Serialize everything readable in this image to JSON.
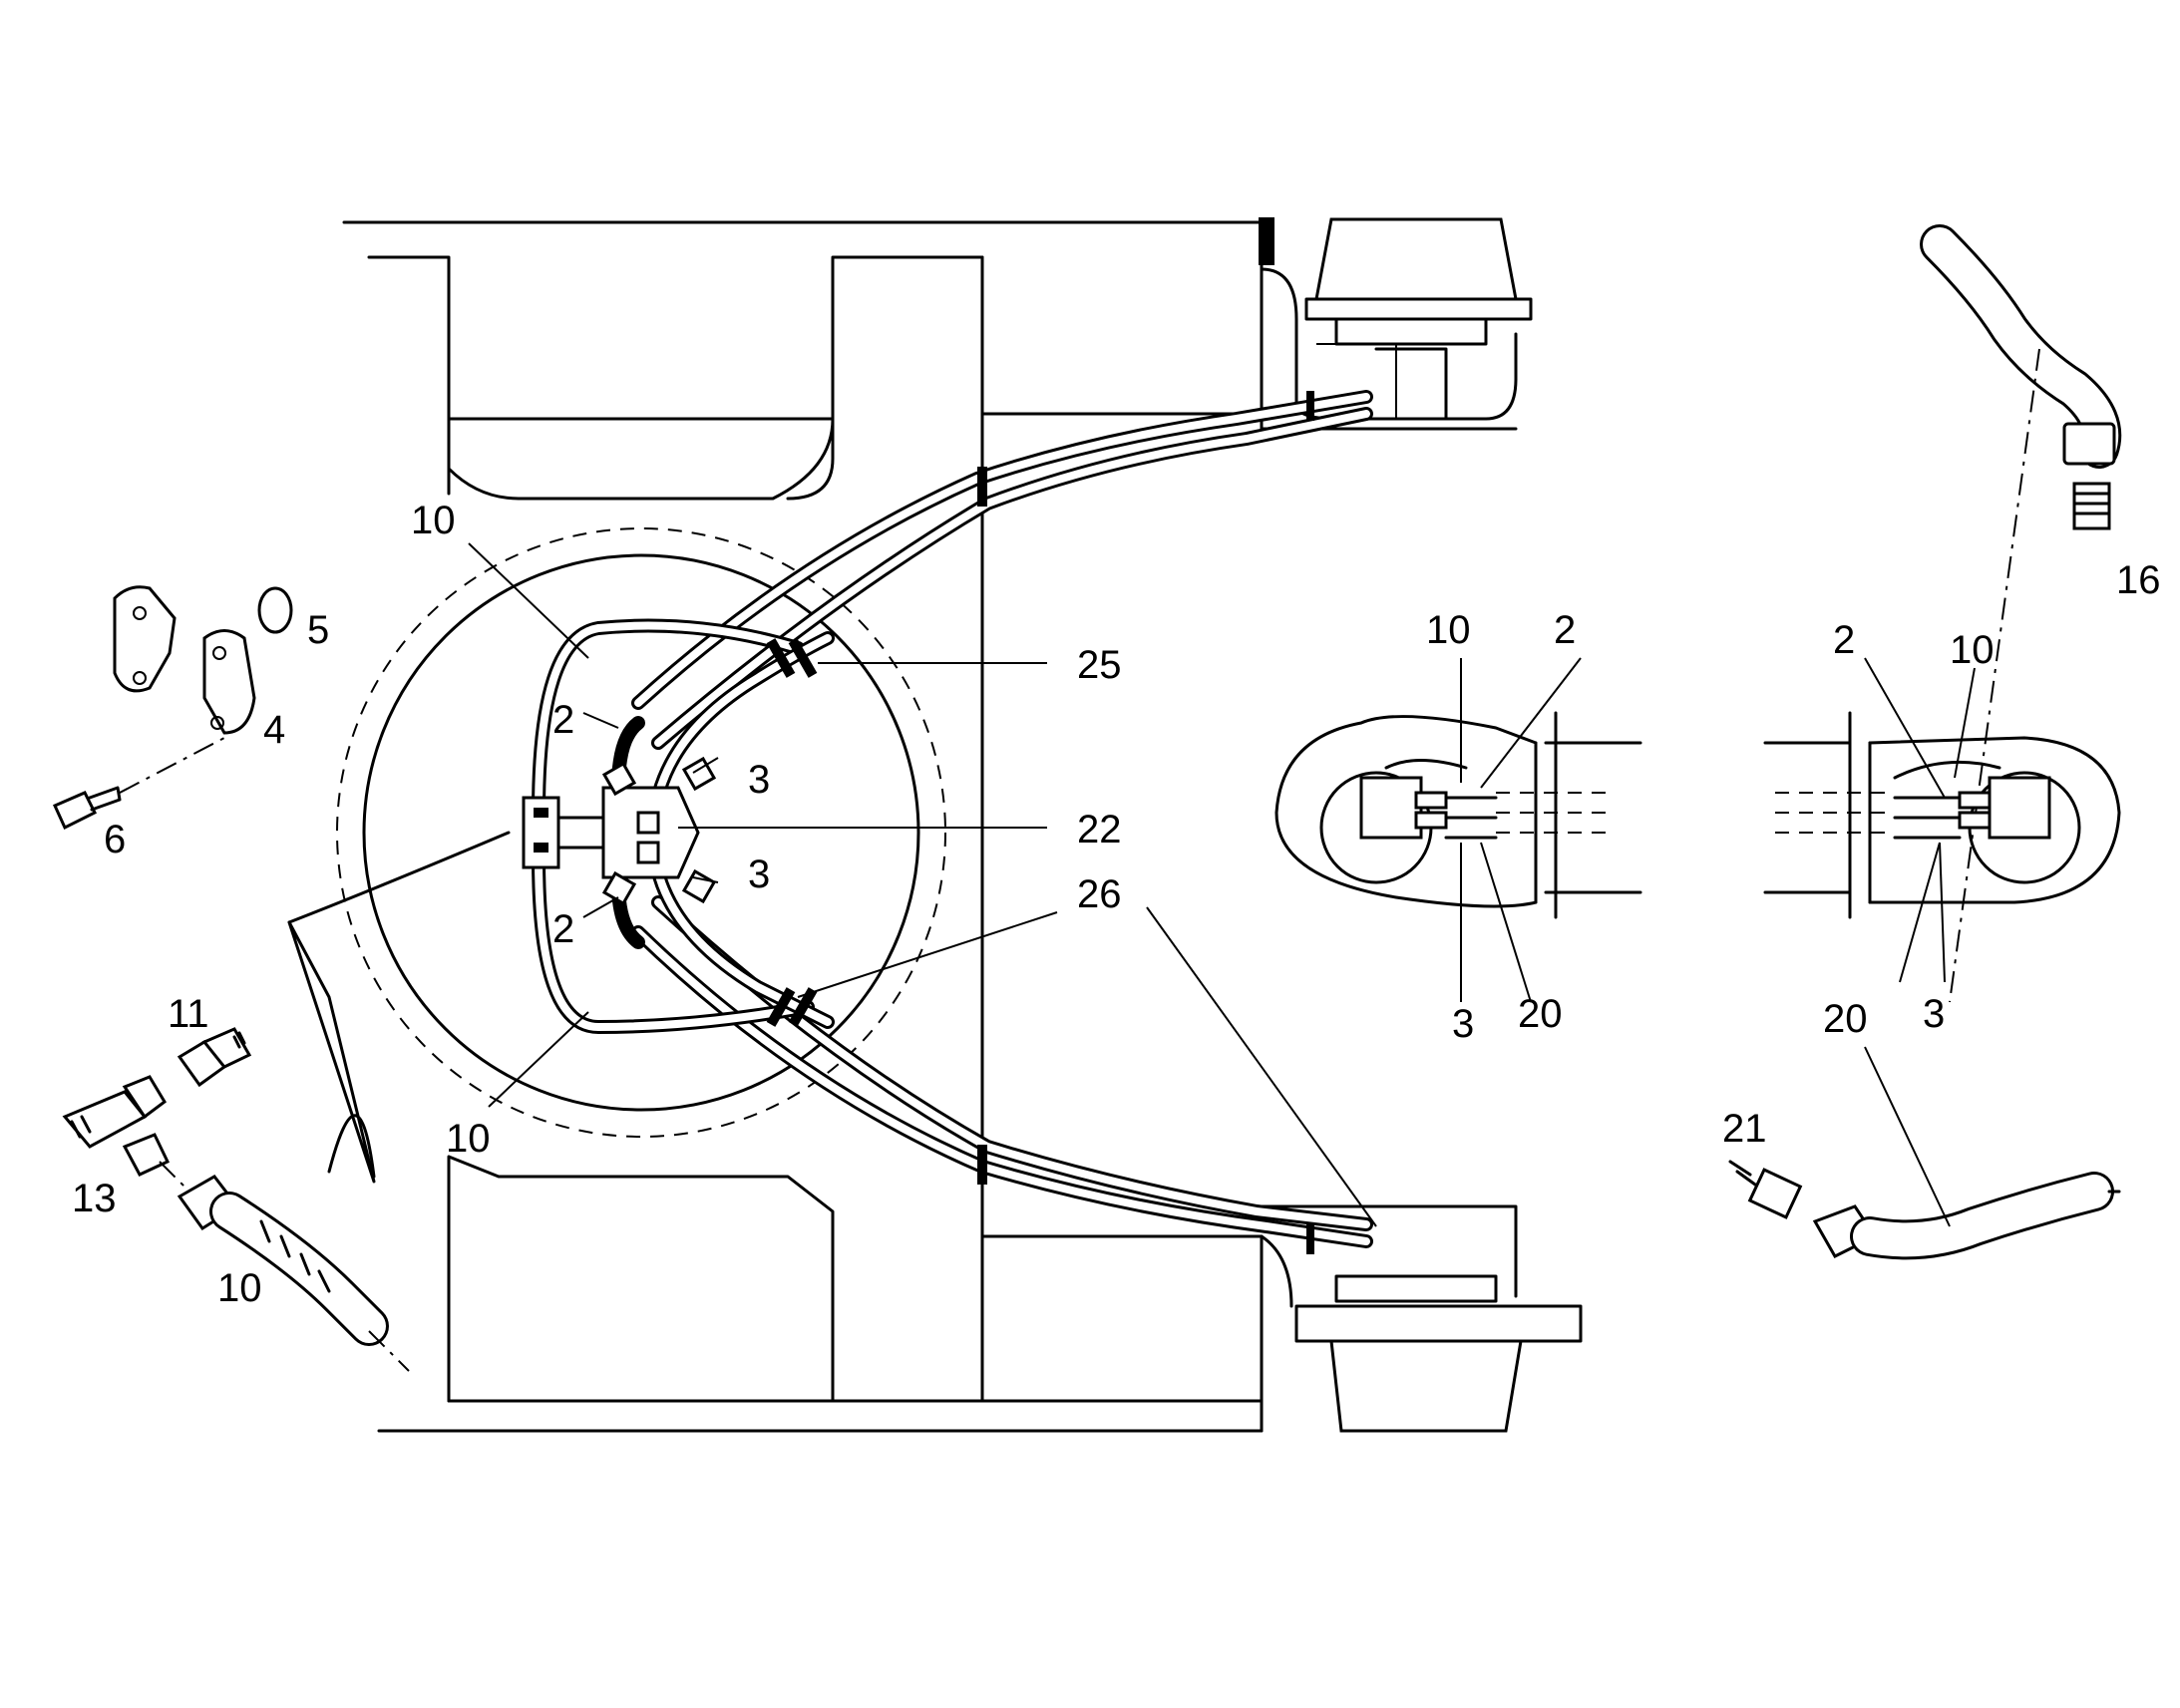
{
  "labels": {
    "l10_top": "10",
    "l5": "5",
    "l4": "4",
    "l6": "6",
    "l2_upper": "2",
    "l3_upper": "3",
    "l2_lower": "2",
    "l3_lower": "3",
    "l25": "25",
    "l22": "22",
    "l26": "26",
    "l10_bottom": "10",
    "l11": "11",
    "l13": "13",
    "l10_fitting": "10",
    "l16": "16",
    "l10_detail_left": "10",
    "l2_detail_left": "2",
    "l3_detail_left": "3",
    "l20_detail_left": "20",
    "l2_detail_right": "2",
    "l10_detail_right": "10",
    "l20_detail_right": "20",
    "l3_detail_right": "3",
    "l20_fitting": "20",
    "l21": "21"
  }
}
